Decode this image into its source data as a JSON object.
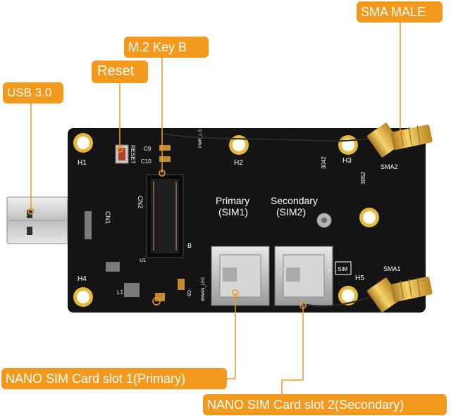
{
  "callouts": {
    "usb": "USB 3.0",
    "reset": "Reset",
    "m2": "M.2 Key B",
    "sma": "SMA MALE",
    "sim1": "NANO SIM Card slot 1(Primary)",
    "sim2": "NANO SIM Card slot 2(Secondary)"
  },
  "board": {
    "h1": "H1",
    "h2": "H2",
    "h3": "H3",
    "h4": "H4",
    "h5": "H5",
    "cn1": "CN1",
    "cn2": "CN2",
    "reset_silk": "RESET",
    "c9": "C9",
    "c10": "C10",
    "c8": "C8",
    "l1": "L1",
    "u1": "U1",
    "sma1": "SMA1",
    "sma2": "SMA2",
    "primary": "Primary",
    "sim1": "(SIM1)",
    "secondary": "Secondary",
    "sim2": "(SIM2)",
    "sim_box": "SIM",
    "n3042": "3042",
    "n3052": "3052",
    "key_b": "B",
    "wwan": "WWAN_LED",
    "pwr": "PWR_L D"
  },
  "colors": {
    "accent": "#f39a1e",
    "pcb": "#141414",
    "gold": "#d9a53a"
  }
}
